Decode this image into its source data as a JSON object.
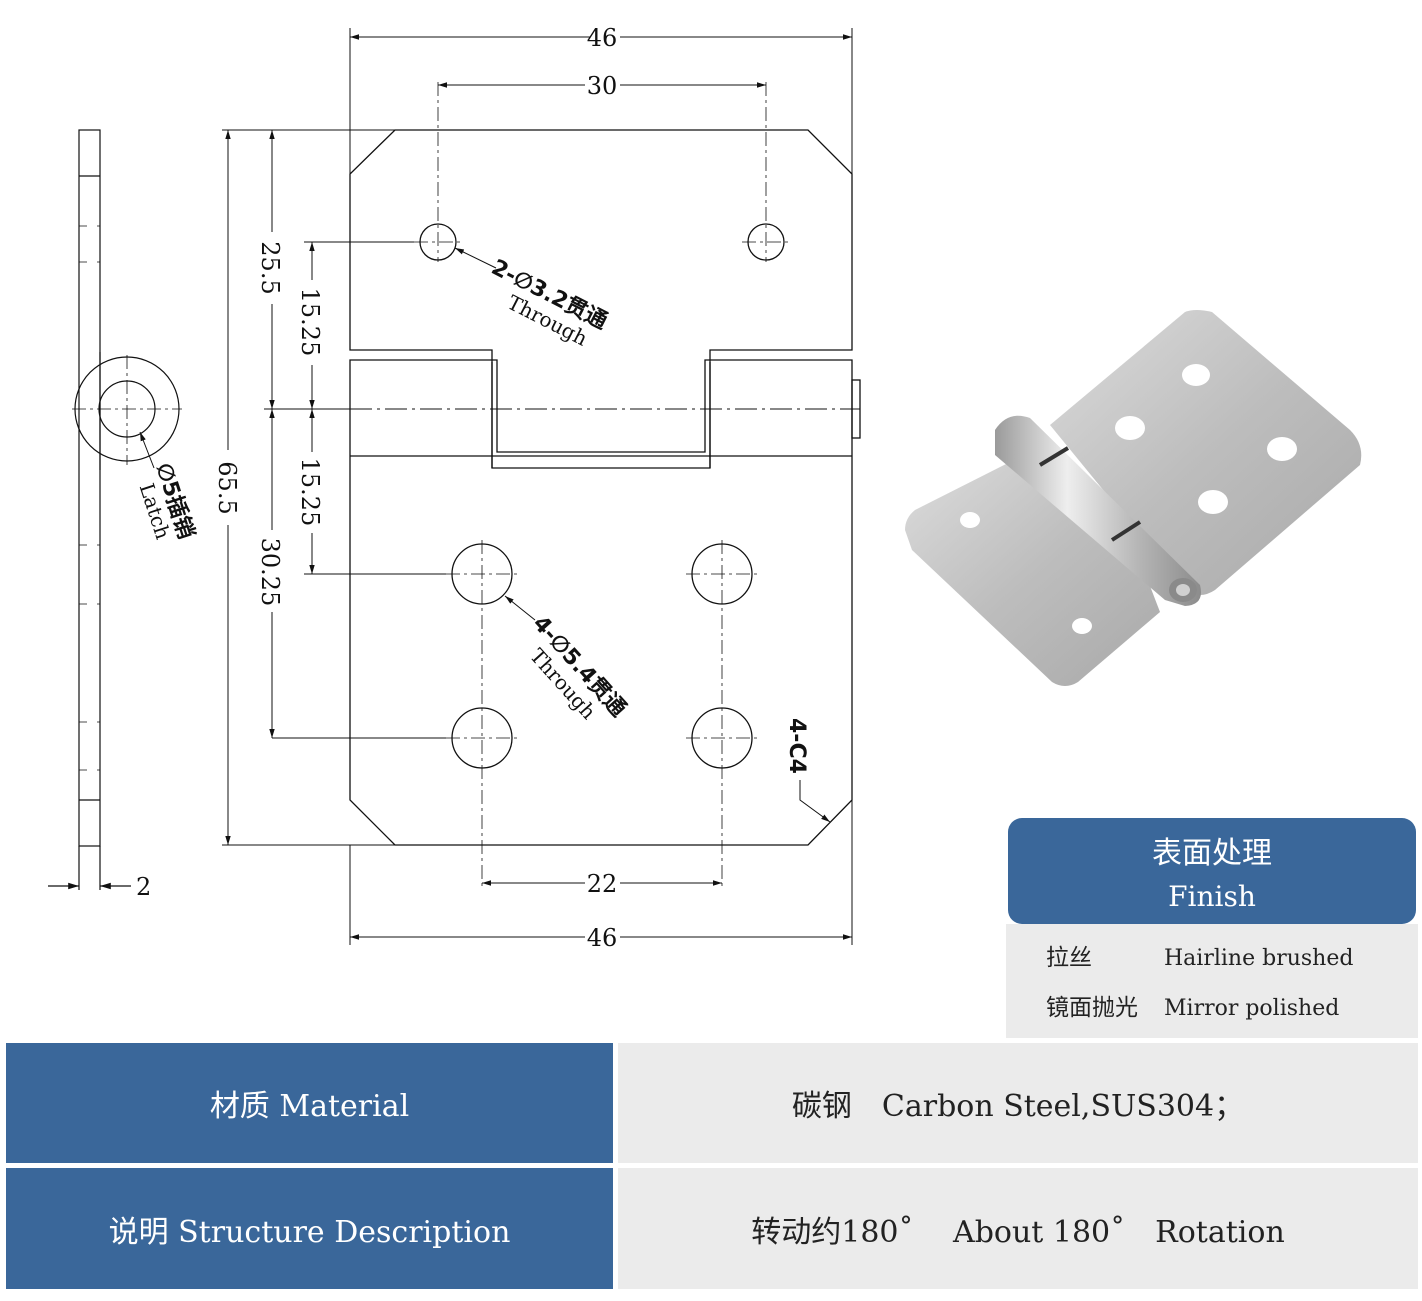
{
  "dimensions": {
    "width_top": "46",
    "hole_spacing_top": "30",
    "top_hole_to_pin": "25.5",
    "upper_half": "15.25",
    "lower_half": "15.25",
    "pin_to_lower_holes": "30.25",
    "total_height": "65.5",
    "lower_hole_spacing": "22",
    "width_bottom": "46",
    "thickness": "2"
  },
  "annotations": {
    "small_holes": "2-∅3.2贯通",
    "small_holes_en": "Through",
    "large_holes": "4-∅5.4贯通",
    "large_holes_en": "Through",
    "latch": "∅5插销",
    "latch_en": "Latch",
    "chamfer": "4-C4"
  },
  "finish": {
    "title_zh": "表面处理",
    "title_en": "Finish",
    "options": [
      {
        "zh": "拉丝",
        "en": "Hairline brushed"
      },
      {
        "zh": "镜面抛光",
        "en": "Mirror polished"
      }
    ]
  },
  "specs": {
    "material_label": "材质 Material",
    "material_value": "碳钢　Carbon Steel,SUS304；",
    "structure_label": "说明 Structure Description",
    "structure_value": "转动约180˚　 About 180˚　Rotation"
  },
  "colors": {
    "header_blue": "#3a679a",
    "cell_gray": "#ebebeb"
  }
}
